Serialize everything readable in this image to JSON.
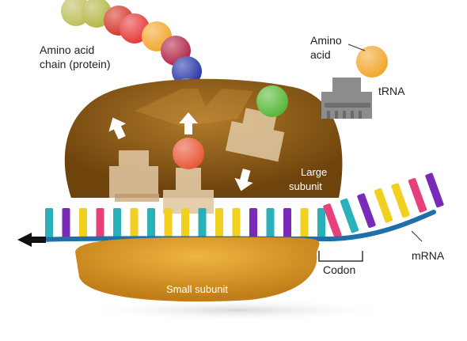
{
  "labels": {
    "amino_chain_line1": "Amino acid",
    "amino_chain_line2": "chain (protein)",
    "amino_acid_line1": "Amino",
    "amino_acid_line2": "acid",
    "trna": "tRNA",
    "large_subunit_line1": "Large",
    "large_subunit_line2": "subunit",
    "small_subunit": "Small subunit",
    "codon": "Codon",
    "mrna": "mRNA"
  },
  "colors": {
    "large_subunit": "#8a5a14",
    "small_subunit": "#d99a2a",
    "mrna_backbone": "#1f6fa8",
    "trna_beige": "#e2c9a5",
    "trna_gray": "#8c8c8c",
    "arrow": "#ffffff"
  },
  "amino_acid_chain_colors": [
    "#c0c060",
    "#b5b84a",
    "#d63a2f",
    "#e63a3a",
    "#f2a830",
    "#b52a4a",
    "#2a3aa8",
    "#6060c8"
  ],
  "free_amino_acid_color": "#f2a830",
  "ribosome_amino_acids": [
    "#e85a3a",
    "#5ab83a"
  ],
  "base_colors": [
    "#2ab0b8",
    "#7a2ab8",
    "#f2d020",
    "#e8407a",
    "#2ab0b8",
    "#f2d020",
    "#2ab0b8",
    "#f2d020",
    "#f2d020",
    "#2ab0b8",
    "#f2d020",
    "#f2d020",
    "#7a2ab8",
    "#2ab0b8",
    "#7a2ab8",
    "#f2d020",
    "#2ab0b8",
    "#e8407a",
    "#2ab0b8",
    "#7a2ab8",
    "#f2d020",
    "#f2d020",
    "#e8407a",
    "#7a2ab8"
  ]
}
